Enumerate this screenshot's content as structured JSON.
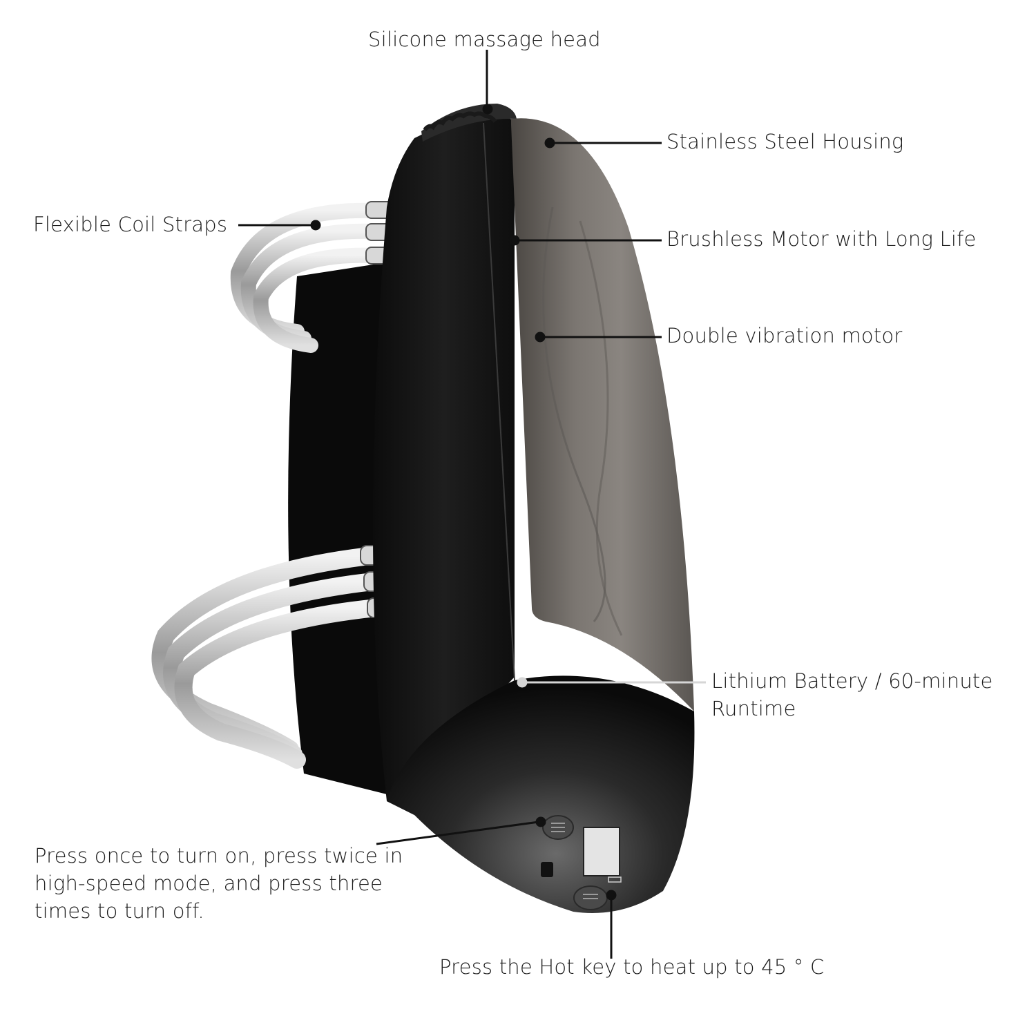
{
  "diagram": {
    "type": "product-callout",
    "subject": "massage device with coil straps",
    "colors": {
      "background": "#ffffff",
      "body": "#141414",
      "housing": "#6e6a66",
      "coil": "#c8c8c8",
      "callout_line": "#111111",
      "callout_line_light": "#d6d6d6",
      "text": "#1c1c1c"
    },
    "callouts": [
      {
        "id": "massage-head",
        "text": "Silicone massage head"
      },
      {
        "id": "housing",
        "text": "Stainless Steel Housing"
      },
      {
        "id": "coil-straps",
        "text": "Flexible Coil Straps"
      },
      {
        "id": "brushless-motor",
        "text": "Brushless Motor with Long Life"
      },
      {
        "id": "vibration-motor",
        "text": "Double vibration motor"
      },
      {
        "id": "battery",
        "text": "Lithium Battery / 60-minute Runtime"
      },
      {
        "id": "power-button",
        "text": "Press once to turn on, press twice in high-speed mode, and press three times to turn off."
      },
      {
        "id": "hot-key",
        "text": "Press the Hot key to heat up to 45 ° C"
      }
    ],
    "device_panel": {
      "icons": [
        "power-button-icon",
        "hot-key-button-icon",
        "battery-indicator-icon",
        "charging-port-icon"
      ]
    }
  }
}
